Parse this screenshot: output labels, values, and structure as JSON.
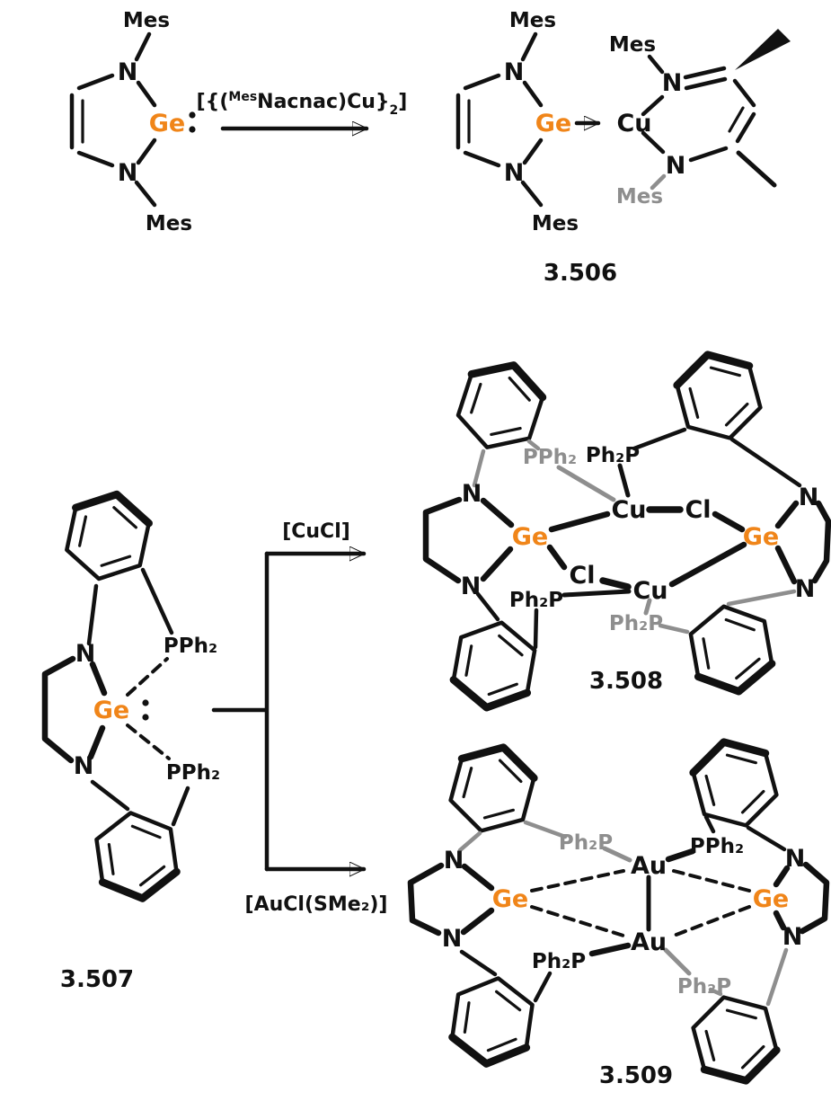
{
  "figure": {
    "colors": {
      "germanium": "#F08519",
      "muted_gray": "#8E8E8E",
      "ink": "#111111",
      "background": "#FFFFFF"
    },
    "atoms": {
      "n": "N",
      "ge": "Ge",
      "cu": "Cu",
      "au": "Au",
      "cl": "Cl",
      "mes": "Mes",
      "pph2": "PPh₂",
      "ph2p": "Ph₂P"
    },
    "reactions": {
      "step1": {
        "pre": "[{(",
        "sup": "Mes",
        "mid": "Nacnac)Cu}",
        "sub": "2",
        "post": "]"
      },
      "to_3508": "[CuCl]",
      "to_3509": "[AuCl(SMe₂)]"
    },
    "compounds": {
      "c3506": "3.506",
      "c3507": "3.507",
      "c3508": "3.508",
      "c3509": "3.509"
    }
  }
}
